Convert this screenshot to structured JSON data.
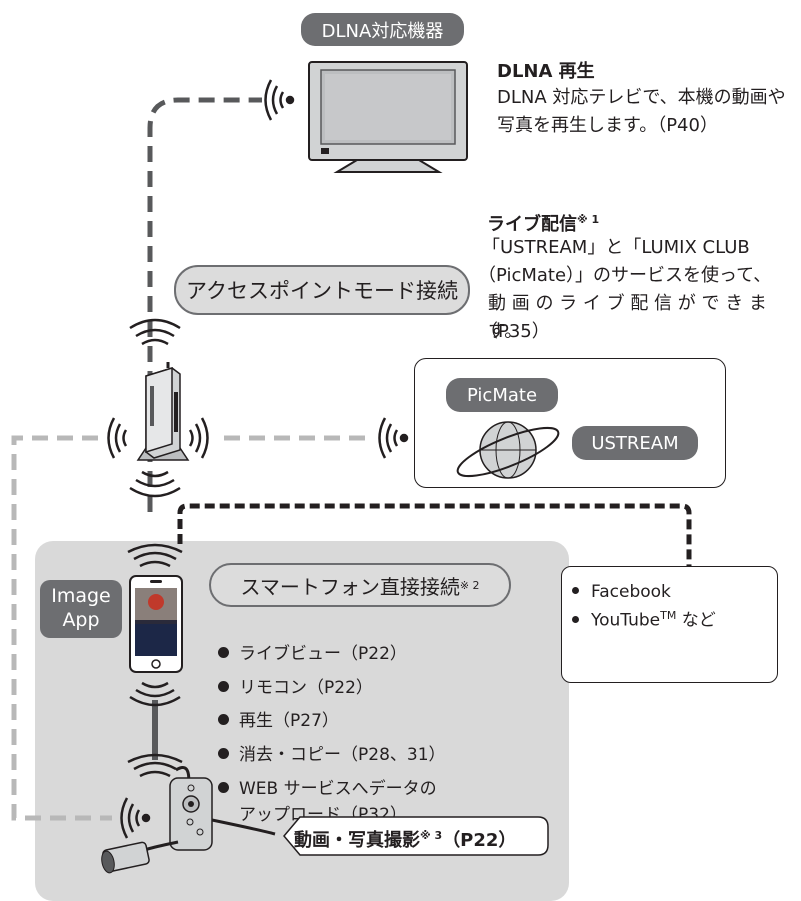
{
  "dlna_device": {
    "label": "DLNA対応機器"
  },
  "dlna_playback": {
    "title": "DLNA 再生",
    "line1": "DLNA 対応テレビで、本機の動画や",
    "line2": "写真を再生します。（P40）"
  },
  "live": {
    "title": "ライブ配信",
    "note": "※ 1",
    "line1": "「USTREAM」と「LUMIX CLUB",
    "line2": "（PicMate）」のサービスを使って、",
    "line3": "動 画 の ラ イ ブ 配 信 が で き ま す。",
    "line4": "（P35）"
  },
  "access_point": {
    "label": "アクセスポイントモード接続"
  },
  "cloud": {
    "picmate": "PicMate",
    "ustream": "USTREAM"
  },
  "smartphone_direct": {
    "label": "スマートフォン直接接続",
    "note": "※ 2"
  },
  "image_app": {
    "line1": "Image",
    "line2": "App"
  },
  "features": [
    "ライブビュー（P22）",
    "リモコン（P22）",
    "再生（P27）",
    "消去・コピー（P28、31）",
    "WEB サービスへデータの",
    "アップロード（P32）"
  ],
  "sns": {
    "item1": "Facebook",
    "item2_prefix": "YouTube",
    "item2_sup": "TM",
    "item2_suffix": " など"
  },
  "recording": {
    "label": "動画・写真撮影",
    "note": "※ 3",
    "ref": "（P22）"
  },
  "colors": {
    "pill": "#6d6e71",
    "panel": "#d9d9d9",
    "dashed_dark": "#58595b",
    "dashed_light": "#b8b8b8"
  }
}
